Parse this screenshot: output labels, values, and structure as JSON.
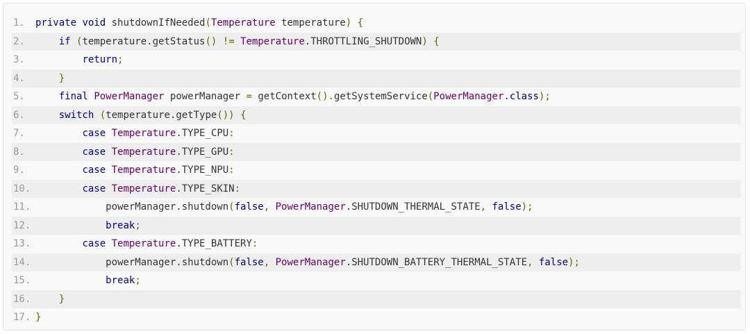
{
  "code": {
    "lines": [
      {
        "number": "1.",
        "tokens": [
          {
            "t": "private",
            "k": "keyword"
          },
          {
            "t": " "
          },
          {
            "t": "void",
            "k": "keyword"
          },
          {
            "t": " shutdownIfNeeded"
          },
          {
            "t": "(",
            "k": "paren"
          },
          {
            "t": "Temperature",
            "k": "type"
          },
          {
            "t": " temperature"
          },
          {
            "t": ")",
            "k": "paren"
          },
          {
            "t": " "
          },
          {
            "t": "{",
            "k": "paren"
          }
        ]
      },
      {
        "number": "2.",
        "tokens": [
          {
            "t": "    "
          },
          {
            "t": "if",
            "k": "keyword"
          },
          {
            "t": " "
          },
          {
            "t": "(",
            "k": "paren"
          },
          {
            "t": "temperature.getStatus"
          },
          {
            "t": "()",
            "k": "paren"
          },
          {
            "t": " "
          },
          {
            "t": "!=",
            "k": "paren"
          },
          {
            "t": " "
          },
          {
            "t": "Temperature",
            "k": "type"
          },
          {
            "t": ".THROTTLING_SHUTDOWN"
          },
          {
            "t": ")",
            "k": "paren"
          },
          {
            "t": " "
          },
          {
            "t": "{",
            "k": "paren"
          }
        ]
      },
      {
        "number": "3.",
        "tokens": [
          {
            "t": "        "
          },
          {
            "t": "return",
            "k": "keyword"
          },
          {
            "t": ";",
            "k": "paren"
          }
        ]
      },
      {
        "number": "4.",
        "tokens": [
          {
            "t": "    "
          },
          {
            "t": "}",
            "k": "paren"
          }
        ]
      },
      {
        "number": "5.",
        "tokens": [
          {
            "t": "    "
          },
          {
            "t": "final",
            "k": "keyword"
          },
          {
            "t": " "
          },
          {
            "t": "PowerManager",
            "k": "type"
          },
          {
            "t": " powerManager "
          },
          {
            "t": "=",
            "k": "paren"
          },
          {
            "t": " getContext"
          },
          {
            "t": "().",
            "k": "paren"
          },
          {
            "t": "getSystemService"
          },
          {
            "t": "(",
            "k": "paren"
          },
          {
            "t": "PowerManager",
            "k": "type"
          },
          {
            "t": "."
          },
          {
            "t": "class",
            "k": "keyword"
          },
          {
            "t": ");",
            "k": "paren"
          }
        ]
      },
      {
        "number": "6.",
        "tokens": [
          {
            "t": "    "
          },
          {
            "t": "switch",
            "k": "keyword"
          },
          {
            "t": " "
          },
          {
            "t": "(",
            "k": "paren"
          },
          {
            "t": "temperature.getType"
          },
          {
            "t": "())",
            "k": "paren"
          },
          {
            "t": " "
          },
          {
            "t": "{",
            "k": "paren"
          }
        ]
      },
      {
        "number": "7.",
        "tokens": [
          {
            "t": "        "
          },
          {
            "t": "case",
            "k": "keyword"
          },
          {
            "t": " "
          },
          {
            "t": "Temperature",
            "k": "type"
          },
          {
            "t": ".TYPE_CPU"
          },
          {
            "t": ":",
            "k": "paren"
          }
        ]
      },
      {
        "number": "8.",
        "tokens": [
          {
            "t": "        "
          },
          {
            "t": "case",
            "k": "keyword"
          },
          {
            "t": " "
          },
          {
            "t": "Temperature",
            "k": "type"
          },
          {
            "t": ".TYPE_GPU"
          },
          {
            "t": ":",
            "k": "paren"
          }
        ]
      },
      {
        "number": "9.",
        "tokens": [
          {
            "t": "        "
          },
          {
            "t": "case",
            "k": "keyword"
          },
          {
            "t": " "
          },
          {
            "t": "Temperature",
            "k": "type"
          },
          {
            "t": ".TYPE_NPU"
          },
          {
            "t": ":",
            "k": "paren"
          }
        ]
      },
      {
        "number": "10.",
        "tokens": [
          {
            "t": "        "
          },
          {
            "t": "case",
            "k": "keyword"
          },
          {
            "t": " "
          },
          {
            "t": "Temperature",
            "k": "type"
          },
          {
            "t": ".TYPE_SKIN"
          },
          {
            "t": ":",
            "k": "paren"
          }
        ]
      },
      {
        "number": "11.",
        "tokens": [
          {
            "t": "            powerManager.shutdown"
          },
          {
            "t": "(",
            "k": "paren"
          },
          {
            "t": "false",
            "k": "keyword"
          },
          {
            "t": ", ",
            "k": "paren"
          },
          {
            "t": "PowerManager",
            "k": "type"
          },
          {
            "t": ".SHUTDOWN_THERMAL_STATE"
          },
          {
            "t": ", ",
            "k": "paren"
          },
          {
            "t": "false",
            "k": "keyword"
          },
          {
            "t": ");",
            "k": "paren"
          }
        ]
      },
      {
        "number": "12.",
        "tokens": [
          {
            "t": "            "
          },
          {
            "t": "break",
            "k": "keyword"
          },
          {
            "t": ";",
            "k": "paren"
          }
        ]
      },
      {
        "number": "13.",
        "tokens": [
          {
            "t": "        "
          },
          {
            "t": "case",
            "k": "keyword"
          },
          {
            "t": " "
          },
          {
            "t": "Temperature",
            "k": "type"
          },
          {
            "t": ".TYPE_BATTERY"
          },
          {
            "t": ":",
            "k": "paren"
          }
        ]
      },
      {
        "number": "14.",
        "tokens": [
          {
            "t": "            powerManager.shutdown"
          },
          {
            "t": "(",
            "k": "paren"
          },
          {
            "t": "false",
            "k": "keyword"
          },
          {
            "t": ", ",
            "k": "paren"
          },
          {
            "t": "PowerManager",
            "k": "type"
          },
          {
            "t": ".SHUTDOWN_BATTERY_THERMAL_STATE"
          },
          {
            "t": ", ",
            "k": "paren"
          },
          {
            "t": "false",
            "k": "keyword"
          },
          {
            "t": ");",
            "k": "paren"
          }
        ]
      },
      {
        "number": "15.",
        "tokens": [
          {
            "t": "            "
          },
          {
            "t": "break",
            "k": "keyword"
          },
          {
            "t": ";",
            "k": "paren"
          }
        ]
      },
      {
        "number": "16.",
        "tokens": [
          {
            "t": "    "
          },
          {
            "t": "}",
            "k": "paren"
          }
        ]
      },
      {
        "number": "17.",
        "tokens": [
          {
            "t": "}",
            "k": "paren"
          }
        ]
      }
    ]
  }
}
